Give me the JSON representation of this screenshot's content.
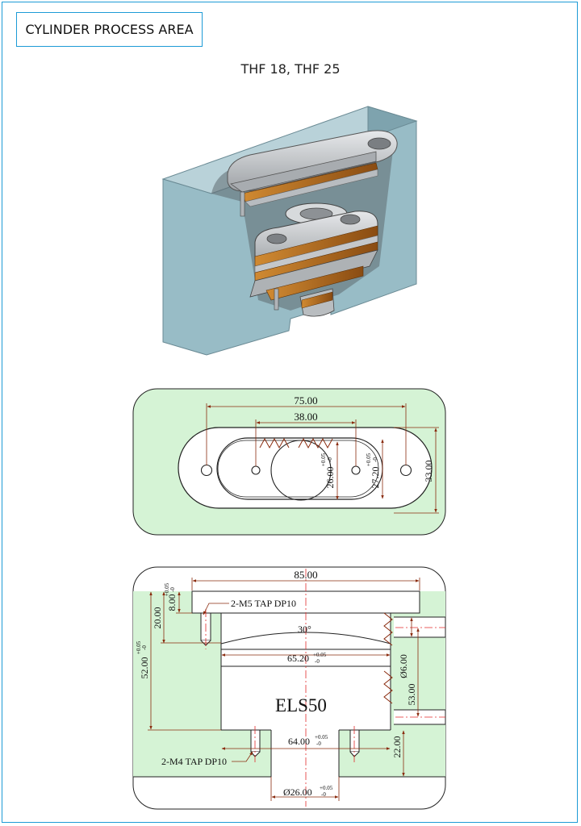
{
  "header": {
    "title": "CYLINDER PROCESS AREA",
    "subtitle": "THF 18, THF 25"
  },
  "colors": {
    "frame": "#1d9bd6",
    "block": "#98bcc6",
    "metal": "#c9cccf",
    "band": "#b5701e",
    "section_fill": "#d5f3d5",
    "dimension": "#8a2b0e",
    "centerline": "#e22b2b"
  },
  "top_view": {
    "dim_overall_length": "75.00",
    "dim_hole_pitch": "38.00",
    "dim_bore_width": "26.00",
    "dim_bore_tol_plus": "+0.05",
    "dim_bore_tol_minus": "-0",
    "dim_groove_width": "27.20",
    "dim_groove_tol_plus": "+0.05",
    "dim_groove_tol_minus": "-0",
    "dim_overall_width": "33.00"
  },
  "section_view": {
    "dim_total_width": "85.00",
    "dim_flange_depth": "8.00",
    "dim_flange_tol_plus": "+0.05",
    "dim_flange_tol_minus": "-0",
    "dim_upper_depth": "20.00",
    "dim_total_depth": "52.00",
    "dim_total_tol_plus": "+0.05",
    "dim_total_tol_minus": "-0",
    "note_m5": "2-M5 TAP DP10",
    "angle": "30°",
    "dim_upper_bore": "65.20",
    "dim_upper_bore_tol_plus": "+0.05",
    "dim_upper_bore_tol_minus": "-0",
    "model_name": "ELS50",
    "dim_lower_bore": "64.00",
    "dim_lower_bore_tol_plus": "+0.05",
    "dim_lower_bore_tol_minus": "-0",
    "note_m4": "2-M4 TAP DP10",
    "dim_rod_bore": "Ø26.00",
    "dim_rod_tol_plus": "+0.05",
    "dim_rod_tol_minus": "-0",
    "dim_port": "Ø6.00",
    "dim_port_height": "53.00",
    "dim_port_lower": "22.00"
  }
}
